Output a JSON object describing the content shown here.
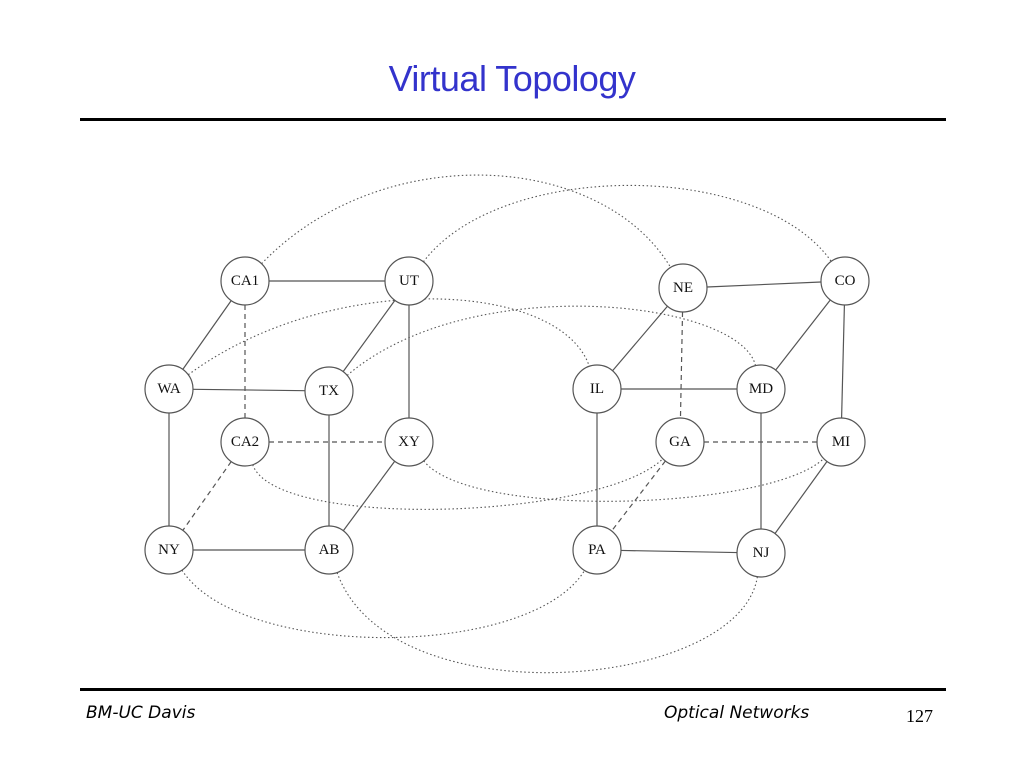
{
  "slide": {
    "title": "Virtual Topology",
    "footer_left": "BM-UC Davis",
    "footer_center": "Optical Networks",
    "page_number": "127"
  },
  "colors": {
    "title": "#3333cc",
    "edge": "#555555",
    "node_stroke": "#555555"
  },
  "nodes": [
    {
      "id": "CA1",
      "label": "CA1"
    },
    {
      "id": "UT",
      "label": "UT"
    },
    {
      "id": "WA",
      "label": "WA"
    },
    {
      "id": "TX",
      "label": "TX"
    },
    {
      "id": "CA2",
      "label": "CA2"
    },
    {
      "id": "XY",
      "label": "XY"
    },
    {
      "id": "NY",
      "label": "NY"
    },
    {
      "id": "AB",
      "label": "AB"
    },
    {
      "id": "NE",
      "label": "NE"
    },
    {
      "id": "CO",
      "label": "CO"
    },
    {
      "id": "IL",
      "label": "IL"
    },
    {
      "id": "MD",
      "label": "MD"
    },
    {
      "id": "GA",
      "label": "GA"
    },
    {
      "id": "MI",
      "label": "MI"
    },
    {
      "id": "PA",
      "label": "PA"
    },
    {
      "id": "NJ",
      "label": "NJ"
    }
  ],
  "edges": [
    {
      "from": "CA1",
      "to": "UT",
      "style": "solid"
    },
    {
      "from": "CA1",
      "to": "WA",
      "style": "solid"
    },
    {
      "from": "UT",
      "to": "TX",
      "style": "solid"
    },
    {
      "from": "UT",
      "to": "XY",
      "style": "solid"
    },
    {
      "from": "WA",
      "to": "TX",
      "style": "solid"
    },
    {
      "from": "WA",
      "to": "NY",
      "style": "solid"
    },
    {
      "from": "TX",
      "to": "AB",
      "style": "solid"
    },
    {
      "from": "XY",
      "to": "AB",
      "style": "solid"
    },
    {
      "from": "NY",
      "to": "AB",
      "style": "solid"
    },
    {
      "from": "CA1",
      "to": "CA2",
      "style": "dashed"
    },
    {
      "from": "CA2",
      "to": "XY",
      "style": "dashed"
    },
    {
      "from": "CA2",
      "to": "NY",
      "style": "dashed"
    },
    {
      "from": "NE",
      "to": "CO",
      "style": "solid"
    },
    {
      "from": "NE",
      "to": "IL",
      "style": "solid"
    },
    {
      "from": "CO",
      "to": "MD",
      "style": "solid"
    },
    {
      "from": "CO",
      "to": "MI",
      "style": "solid"
    },
    {
      "from": "IL",
      "to": "MD",
      "style": "solid"
    },
    {
      "from": "IL",
      "to": "PA",
      "style": "solid"
    },
    {
      "from": "MD",
      "to": "NJ",
      "style": "solid"
    },
    {
      "from": "MI",
      "to": "NJ",
      "style": "solid"
    },
    {
      "from": "PA",
      "to": "NJ",
      "style": "solid"
    },
    {
      "from": "NE",
      "to": "GA",
      "style": "dashed"
    },
    {
      "from": "GA",
      "to": "MI",
      "style": "dashed"
    },
    {
      "from": "GA",
      "to": "PA",
      "style": "dashed"
    },
    {
      "from": "CA1",
      "to": "NE",
      "style": "dotted"
    },
    {
      "from": "UT",
      "to": "CO",
      "style": "dotted"
    },
    {
      "from": "WA",
      "to": "IL",
      "style": "dotted"
    },
    {
      "from": "TX",
      "to": "MD",
      "style": "dotted"
    },
    {
      "from": "CA2",
      "to": "GA",
      "style": "dotted"
    },
    {
      "from": "XY",
      "to": "MI",
      "style": "dotted"
    },
    {
      "from": "NY",
      "to": "PA",
      "style": "dotted"
    },
    {
      "from": "AB",
      "to": "NJ",
      "style": "dotted"
    }
  ]
}
